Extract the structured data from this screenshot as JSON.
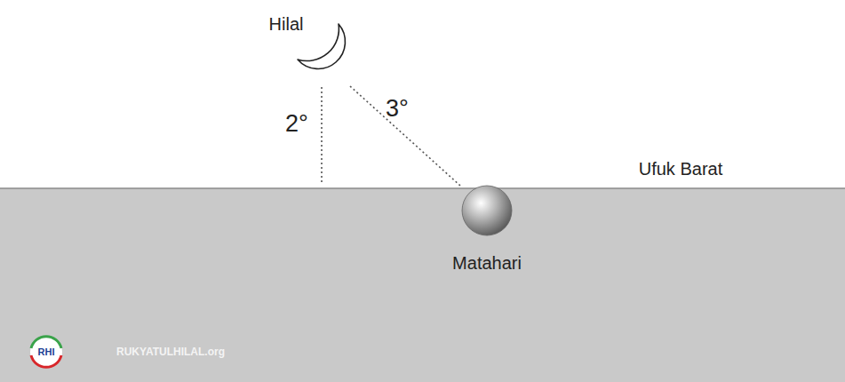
{
  "diagram": {
    "labels": [
      "Hilal",
      "2°",
      "3°",
      "Ufuk Barat",
      "Matahari",
      "RHI",
      "RUKYATULHILAL.org"
    ]
  }
}
